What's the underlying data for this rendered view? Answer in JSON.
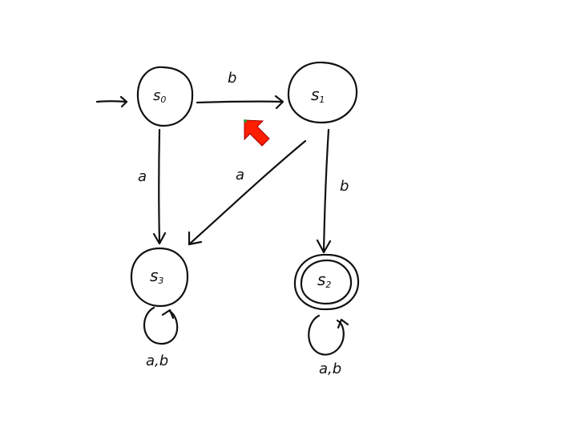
{
  "diagram": {
    "states": [
      {
        "id": "s0",
        "letter": "s",
        "index": "0",
        "start": true,
        "accepting": false
      },
      {
        "id": "s1",
        "letter": "s",
        "index": "1",
        "start": false,
        "accepting": false
      },
      {
        "id": "s2",
        "letter": "s",
        "index": "2",
        "start": false,
        "accepting": true
      },
      {
        "id": "s3",
        "letter": "s",
        "index": "3",
        "start": false,
        "accepting": false
      }
    ],
    "transitions": [
      {
        "from": "s0",
        "to": "s1",
        "label": "b"
      },
      {
        "from": "s0",
        "to": "s3",
        "label": "a"
      },
      {
        "from": "s1",
        "to": "s3",
        "label": "a"
      },
      {
        "from": "s1",
        "to": "s2",
        "label": "b"
      },
      {
        "from": "s3",
        "to": "s3",
        "label": "a,b"
      },
      {
        "from": "s2",
        "to": "s2",
        "label": "a,b"
      }
    ],
    "pointer_color": "#ff1e00"
  }
}
